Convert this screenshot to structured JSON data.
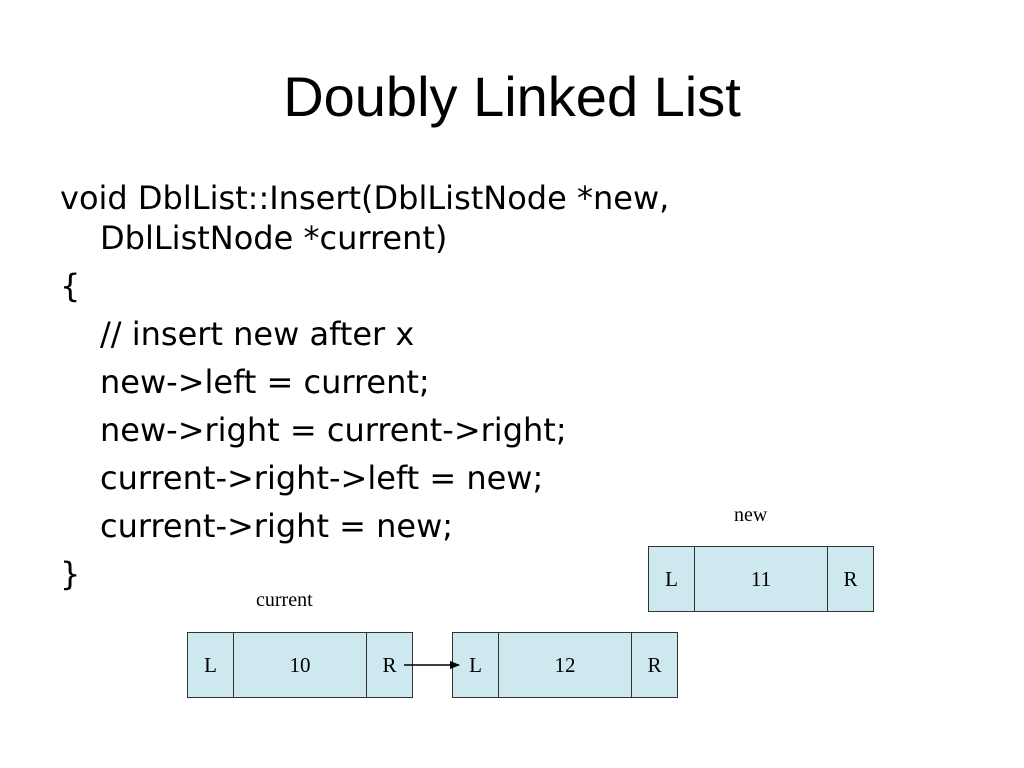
{
  "slide": {
    "title": "Doubly Linked List"
  },
  "code": {
    "lines": [
      "void DblList::Insert(DblListNode *new,",
      "DblListNode *current)",
      "{",
      "// insert new after x",
      "new->left = current;",
      "new->right = current->right;",
      "current->right->left = new;",
      "current->right = new;",
      "}"
    ]
  },
  "diagram": {
    "colors": {
      "node_fill": "#cde8ee",
      "node_border": "#333333",
      "arrow": "#000000"
    },
    "nodes": {
      "current": {
        "caption": "current",
        "left": "L",
        "value": "10",
        "right": "R"
      },
      "next": {
        "left": "L",
        "value": "12",
        "right": "R"
      },
      "new": {
        "caption": "new",
        "left": "L",
        "value": "11",
        "right": "R"
      }
    },
    "links": [
      {
        "from": "current.right",
        "to": "next.left"
      }
    ]
  }
}
